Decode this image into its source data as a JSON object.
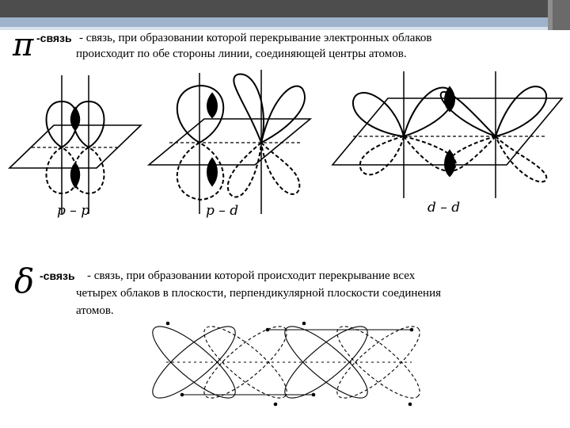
{
  "pi_section": {
    "symbol": "π",
    "term": "-связь",
    "line1": "- связь, при образовании которой перекрывание электронных облаков",
    "line2": "происходит по обе стороны линии, соединяющей центры атомов."
  },
  "delta_section": {
    "symbol": "δ",
    "term": "-связь",
    "line1": "- связь, при образовании которой происходит перекрывание всех",
    "line2": "четырех облаков в плоскости, перпендикулярной плоскости соединения",
    "line3": "атомов."
  },
  "diagram_labels": {
    "p_p": "p – p",
    "p_d": "p – d",
    "d_d": "d – d"
  },
  "colors": {
    "title_bar": "#4d4d4d",
    "accent_strip": "#9fb4cc"
  }
}
